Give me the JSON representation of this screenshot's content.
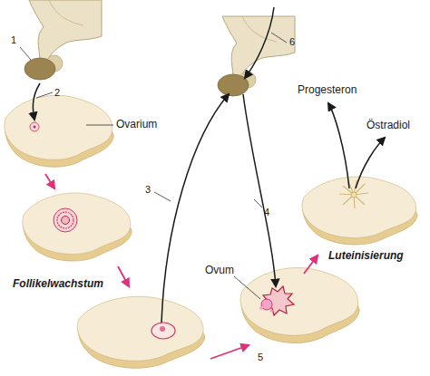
{
  "diagram": {
    "labels": [
      "1",
      "2",
      "3",
      "4",
      "5",
      "6",
      "Ovarium",
      "Follikelwachstum",
      "Ovum",
      "Luteinisierung",
      "Progesteron",
      "Östradiol"
    ]
  }
}
